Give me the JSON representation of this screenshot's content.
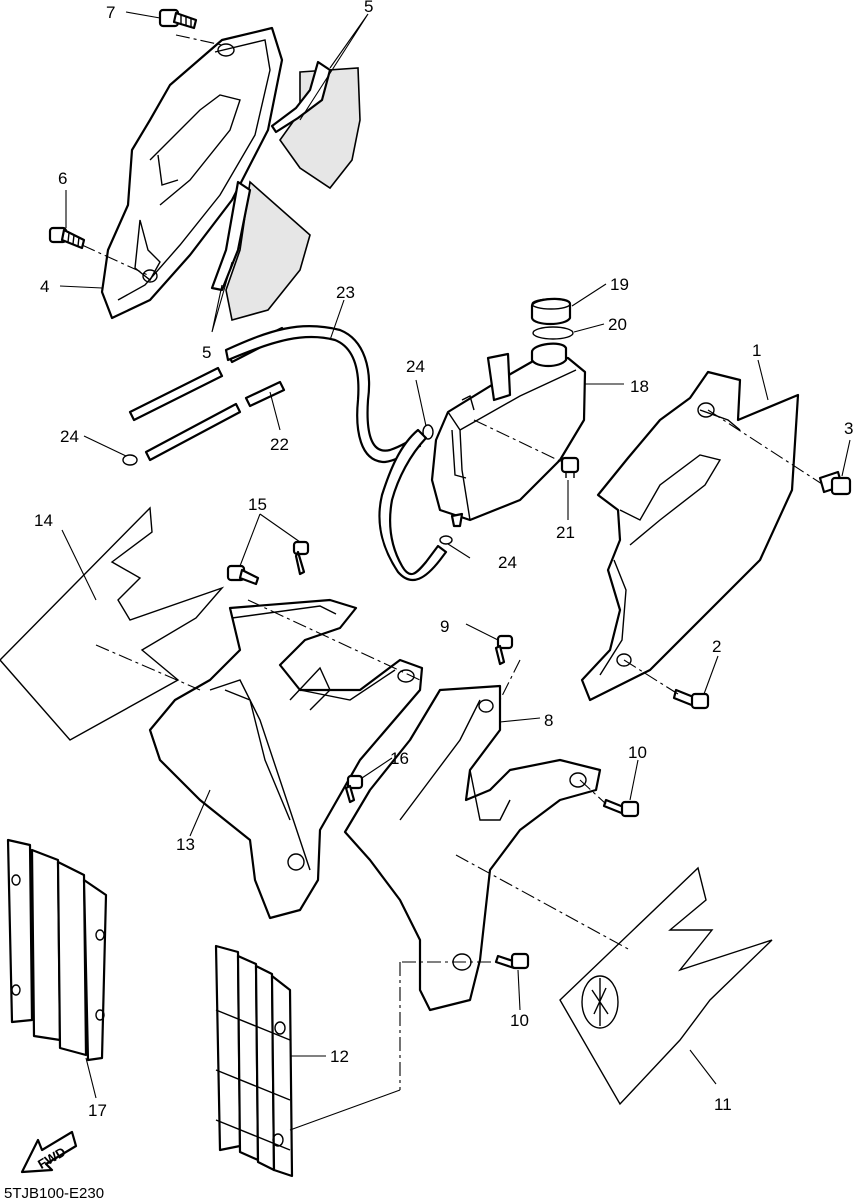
{
  "diagram_code": "5TJB100-E230",
  "fwd_label": "FWD",
  "callouts": [
    {
      "id": "c1",
      "text": "1"
    },
    {
      "id": "c2",
      "text": "2"
    },
    {
      "id": "c3",
      "text": "3"
    },
    {
      "id": "c4",
      "text": "4"
    },
    {
      "id": "c5a",
      "text": "5"
    },
    {
      "id": "c5b",
      "text": "5"
    },
    {
      "id": "c6",
      "text": "6"
    },
    {
      "id": "c7",
      "text": "7"
    },
    {
      "id": "c8",
      "text": "8"
    },
    {
      "id": "c9",
      "text": "9"
    },
    {
      "id": "c10a",
      "text": "10"
    },
    {
      "id": "c10b",
      "text": "10"
    },
    {
      "id": "c11",
      "text": "11"
    },
    {
      "id": "c12",
      "text": "12"
    },
    {
      "id": "c13",
      "text": "13"
    },
    {
      "id": "c14",
      "text": "14"
    },
    {
      "id": "c15",
      "text": "15"
    },
    {
      "id": "c16",
      "text": "16"
    },
    {
      "id": "c17",
      "text": "17"
    },
    {
      "id": "c18",
      "text": "18"
    },
    {
      "id": "c19",
      "text": "19"
    },
    {
      "id": "c20",
      "text": "20"
    },
    {
      "id": "c21",
      "text": "21"
    },
    {
      "id": "c22",
      "text": "22"
    },
    {
      "id": "c23",
      "text": "23"
    },
    {
      "id": "c24a",
      "text": "24"
    },
    {
      "id": "c24b",
      "text": "24"
    },
    {
      "id": "c24c",
      "text": "24"
    }
  ]
}
